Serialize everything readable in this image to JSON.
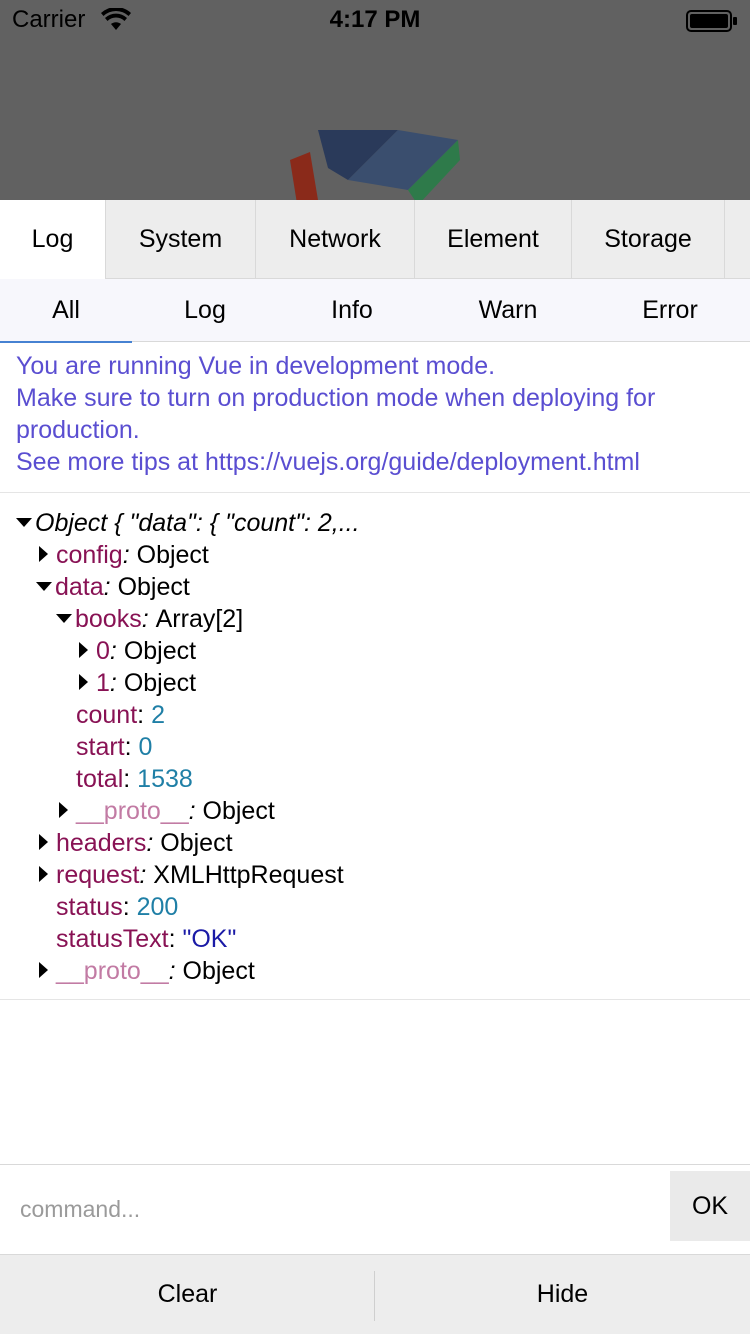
{
  "status_bar": {
    "carrier": "Carrier",
    "time": "4:17 PM"
  },
  "tabs": [
    {
      "label": "Log",
      "active": true
    },
    {
      "label": "System",
      "active": false
    },
    {
      "label": "Network",
      "active": false
    },
    {
      "label": "Element",
      "active": false
    },
    {
      "label": "Storage",
      "active": false
    }
  ],
  "subtabs": [
    {
      "label": "All",
      "active": true
    },
    {
      "label": "Log",
      "active": false
    },
    {
      "label": "Info",
      "active": false
    },
    {
      "label": "Warn",
      "active": false
    },
    {
      "label": "Error",
      "active": false
    }
  ],
  "log_warning": {
    "line1": "You are running Vue in development mode.",
    "line2": "Make sure to turn on production mode when deploying for",
    "line3": "production.",
    "line4": "See more tips at https://vuejs.org/guide/deployment.html"
  },
  "log_object": {
    "summary": "Object { \"data\": { \"count\": 2,...",
    "config_key": "config",
    "config_val": "Object",
    "data_key": "data",
    "data_val": "Object",
    "books_key": "books",
    "books_val": "Array[2]",
    "item0_key": "0",
    "item0_val": "Object",
    "item1_key": "1",
    "item1_val": "Object",
    "count_key": "count",
    "count_val": "2",
    "start_key": "start",
    "start_val": "0",
    "total_key": "total",
    "total_val": "1538",
    "proto_inner_key": "__proto__",
    "proto_inner_val": "Object",
    "headers_key": "headers",
    "headers_val": "Object",
    "request_key": "request",
    "request_val": "XMLHttpRequest",
    "status_key": "status",
    "status_val": "200",
    "statusText_key": "statusText",
    "statusText_val": "\"OK\"",
    "proto_key": "__proto__",
    "proto_val": "Object"
  },
  "command": {
    "placeholder": "command...",
    "ok_label": "OK"
  },
  "footer": {
    "clear_label": "Clear",
    "hide_label": "Hide"
  },
  "colors": {
    "key": "#881254",
    "number": "#1f7fa6",
    "string": "#1a1aa6",
    "warn_text": "#5a4ed1"
  }
}
